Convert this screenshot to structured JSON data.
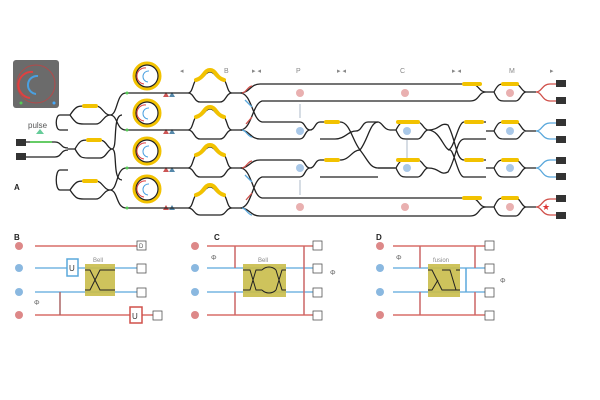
{
  "panel_a": {
    "label": "A",
    "pulse_label": "pulse",
    "stage_labels": [
      "◂",
      "B",
      "▸ ◂",
      "P",
      "▸ ◂",
      "C",
      "▸ ◂",
      "M",
      "▸"
    ]
  },
  "panel_b": {
    "label": "B",
    "gate_label": "Bell",
    "op_label": "U"
  },
  "panel_c": {
    "label": "C",
    "gate_label": "Bell"
  },
  "panel_d": {
    "label": "D",
    "gate_label": "fusion"
  },
  "detector_label": "D",
  "phase_label": "Φ",
  "colors": {
    "red": "#d0504a",
    "blue": "#5aa8dc",
    "heater": "#f2c200",
    "gate": "#c9bc4a"
  }
}
